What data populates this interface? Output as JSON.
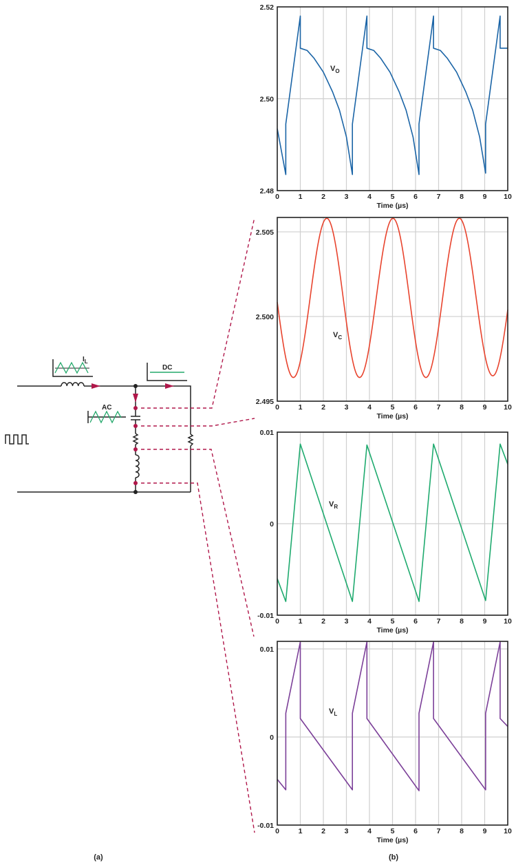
{
  "panel_labels": {
    "a": "(a)",
    "b": "(b)"
  },
  "circuit": {
    "inductor_current_label": {
      "main": "I",
      "sub": "L"
    },
    "dc_label": "DC",
    "ac_label": "AC",
    "colors": {
      "wire": "#222222",
      "arrow": "#b0174a",
      "probe": "#b0174a",
      "waveform": "#22a86a"
    }
  },
  "chart_data": [
    {
      "type": "line",
      "name": "output-voltage",
      "label": {
        "main": "V",
        "sub": "O"
      },
      "xlabel": "Time (µs)",
      "xlim": [
        0,
        10
      ],
      "xticks": [
        "0",
        "1",
        "2",
        "3",
        "4",
        "5",
        "6",
        "7",
        "8",
        "9",
        "10"
      ],
      "ylim": [
        2.48,
        2.52
      ],
      "yticks": [
        {
          "v": 2.48,
          "label": "2.48"
        },
        {
          "v": 2.5,
          "label": "2.50"
        },
        {
          "v": 2.52,
          "label": "2.52"
        }
      ],
      "grid": true,
      "color": "#1a64a6",
      "interpolation": "linear",
      "points": [
        [
          0,
          2.4935
        ],
        [
          0.37,
          2.4835
        ],
        [
          0.37,
          2.4945
        ],
        [
          1.0,
          2.518
        ],
        [
          1.0,
          2.511
        ],
        [
          1.3,
          2.5105
        ],
        [
          1.6,
          2.5088
        ],
        [
          2.0,
          2.5058
        ],
        [
          2.4,
          2.5015
        ],
        [
          2.7,
          2.4975
        ],
        [
          3.0,
          2.4917
        ],
        [
          3.26,
          2.4835
        ],
        [
          3.26,
          2.4945
        ],
        [
          3.89,
          2.518
        ],
        [
          3.89,
          2.511
        ],
        [
          4.19,
          2.5105
        ],
        [
          4.49,
          2.5088
        ],
        [
          4.89,
          2.5058
        ],
        [
          5.29,
          2.5015
        ],
        [
          5.59,
          2.4975
        ],
        [
          5.89,
          2.4917
        ],
        [
          6.15,
          2.4835
        ],
        [
          6.15,
          2.4945
        ],
        [
          6.78,
          2.518
        ],
        [
          6.78,
          2.511
        ],
        [
          7.08,
          2.5105
        ],
        [
          7.38,
          2.5088
        ],
        [
          7.78,
          2.5058
        ],
        [
          8.18,
          2.5015
        ],
        [
          8.48,
          2.4975
        ],
        [
          8.78,
          2.4917
        ],
        [
          9.04,
          2.4838
        ],
        [
          9.04,
          2.4945
        ],
        [
          9.67,
          2.518
        ],
        [
          9.67,
          2.511
        ],
        [
          10,
          2.511
        ]
      ]
    },
    {
      "type": "line",
      "name": "capacitor-voltage",
      "label": {
        "main": "V",
        "sub": "C"
      },
      "xlabel": "Time (µs)",
      "xlim": [
        0,
        10
      ],
      "xticks": [
        "0",
        "1",
        "2",
        "3",
        "4",
        "5",
        "6",
        "7",
        "8",
        "9",
        "10"
      ],
      "ylim": [
        2.495,
        2.50585
      ],
      "yticks": [
        {
          "v": 2.495,
          "label": "2.495"
        },
        {
          "v": 2.5,
          "label": "2.500"
        },
        {
          "v": 2.505,
          "label": "2.505"
        }
      ],
      "grid": true,
      "color": "#e8432d",
      "interpolation": "cosine",
      "points": [
        [
          0,
          2.5019
        ],
        [
          0.7,
          2.4964
        ],
        [
          2.15,
          2.5058
        ],
        [
          3.57,
          2.4964
        ],
        [
          5.02,
          2.5058
        ],
        [
          6.45,
          2.4964
        ],
        [
          7.9,
          2.5058
        ],
        [
          9.35,
          2.4965
        ],
        [
          10,
          2.5019
        ]
      ]
    },
    {
      "type": "line",
      "name": "esr-voltage",
      "label": {
        "main": "V",
        "sub": "R"
      },
      "xlabel": "Time (µs)",
      "xlim": [
        0,
        10
      ],
      "xticks": [
        "0",
        "1",
        "2",
        "3",
        "4",
        "5",
        "6",
        "7",
        "8",
        "9",
        "10"
      ],
      "ylim": [
        -0.01,
        0.01
      ],
      "yticks": [
        {
          "v": -0.01,
          "label": "-0.01"
        },
        {
          "v": 0,
          "label": "0"
        },
        {
          "v": 0.01,
          "label": "0.01"
        }
      ],
      "grid": true,
      "color": "#1eaa6e",
      "interpolation": "linear",
      "points": [
        [
          0,
          -0.006
        ],
        [
          0.37,
          -0.0085
        ],
        [
          1.0,
          0.0087
        ],
        [
          3.26,
          -0.0085
        ],
        [
          3.89,
          0.0086
        ],
        [
          6.15,
          -0.0085
        ],
        [
          6.78,
          0.0087
        ],
        [
          9.04,
          -0.0084
        ],
        [
          9.67,
          0.0087
        ],
        [
          10,
          0.0065
        ]
      ]
    },
    {
      "type": "line",
      "name": "esl-voltage",
      "label": {
        "main": "V",
        "sub": "L"
      },
      "xlabel": "Time (µs)",
      "xlim": [
        0,
        10
      ],
      "xticks": [
        "0",
        "1",
        "2",
        "3",
        "4",
        "5",
        "6",
        "7",
        "8",
        "9",
        "10"
      ],
      "ylim": [
        -0.01,
        0.01086
      ],
      "yticks": [
        {
          "v": -0.01,
          "label": "-0.01"
        },
        {
          "v": 0,
          "label": "0"
        },
        {
          "v": 0.01,
          "label": "0.01"
        }
      ],
      "grid": true,
      "color": "#7b3f98",
      "interpolation": "linear",
      "points": [
        [
          0,
          -0.0048
        ],
        [
          0.37,
          -0.006
        ],
        [
          0.37,
          0.0027
        ],
        [
          1.0,
          0.0108
        ],
        [
          1.0,
          0.0021
        ],
        [
          3.26,
          -0.006
        ],
        [
          3.26,
          0.0027
        ],
        [
          3.89,
          0.0108
        ],
        [
          3.89,
          0.0021
        ],
        [
          6.15,
          -0.0061
        ],
        [
          6.15,
          0.0027
        ],
        [
          6.78,
          0.0108
        ],
        [
          6.78,
          0.0021
        ],
        [
          9.04,
          -0.006
        ],
        [
          9.04,
          0.0027
        ],
        [
          9.67,
          0.0108
        ],
        [
          9.67,
          0.0021
        ],
        [
          10,
          0.0012
        ]
      ]
    }
  ]
}
